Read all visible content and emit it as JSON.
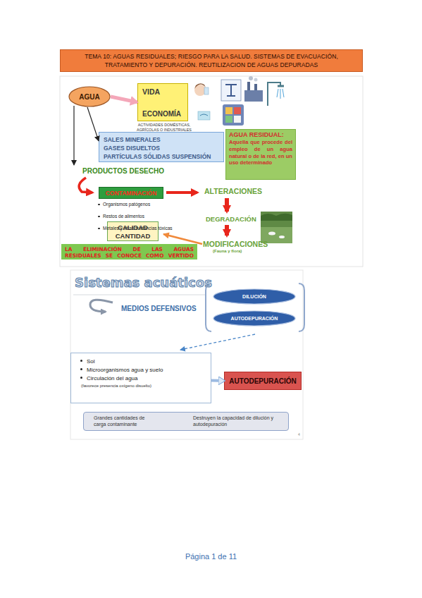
{
  "diagram": {
    "title": "TEMA 10: AGUAS RESIDUALES; RIESGO PARA LA SALUD. SISTEMAS DE EVACUACIÓN, TRATAMIENTO Y DEPURACIÓN. REUTILIZACION DE AGUAS DEPURADAS",
    "nodes": [
      {
        "text": [
          "AGUA"
        ]
      },
      {
        "text": [
          "VIDA",
          "ECONOMÍA"
        ]
      },
      {
        "text": [
          "SALES MINERALES",
          "GASES DISUELTOS",
          "PARTÍCULAS SÓLIDAS SUSPENSIÓN"
        ]
      },
      {
        "text": [
          "AGUA RESIDUAL:",
          "Aquella que procede del empleo de un agua natural o de la red, en un uso determinado"
        ]
      },
      {
        "text": [
          "CONTAMINACIÓN"
        ]
      },
      {
        "text": [
          "CALIDAD",
          "CANTIDAD"
        ]
      },
      {
        "text": [
          "LA ELIMINACIÓN DE LAS AGUAS RESIDUALES SE CONOCE COMO VERTIDO"
        ]
      },
      {
        "text": [
          "DILUCIÓN"
        ]
      },
      {
        "text": [
          "AUTODEPURACIÓN"
        ]
      },
      {
        "text": [
          "Sol",
          "Microorganismos agua y suelo",
          "Circulación del agua",
          "(favorece presencia oxígeno disuelto)"
        ]
      },
      {
        "text": [
          "AUTODEPURACIÓN"
        ]
      },
      {
        "text": [
          "Grandes cantidades de carga contaminante",
          "Destruyen la capacidad de dilución y autodepuración"
        ]
      }
    ],
    "edges": [
      {
        "from": 0,
        "to": 1,
        "arrow": "to"
      },
      {
        "from": 0,
        "to": 2,
        "arrow": "to"
      },
      {
        "from": 9,
        "to": 10,
        "arrow": "to"
      }
    ],
    "labels": [
      "ACTIVIDADES DOMÉSTICAS, AGRÍCOLAS O INDUSTRIALES",
      "PRODUCTOS DESECHO",
      "Organismos patógenos",
      "Restos de alimentos",
      "Metales y otras sustancias tóxicas",
      "ALTERACIONES",
      "DEGRADACIÓN",
      "MODIFICACIONES",
      "(Fauna y flora)",
      "Sistemas acuáticos",
      "MEDIOS DEFENSIVOS",
      "4",
      "Página 1 de 11"
    ]
  }
}
